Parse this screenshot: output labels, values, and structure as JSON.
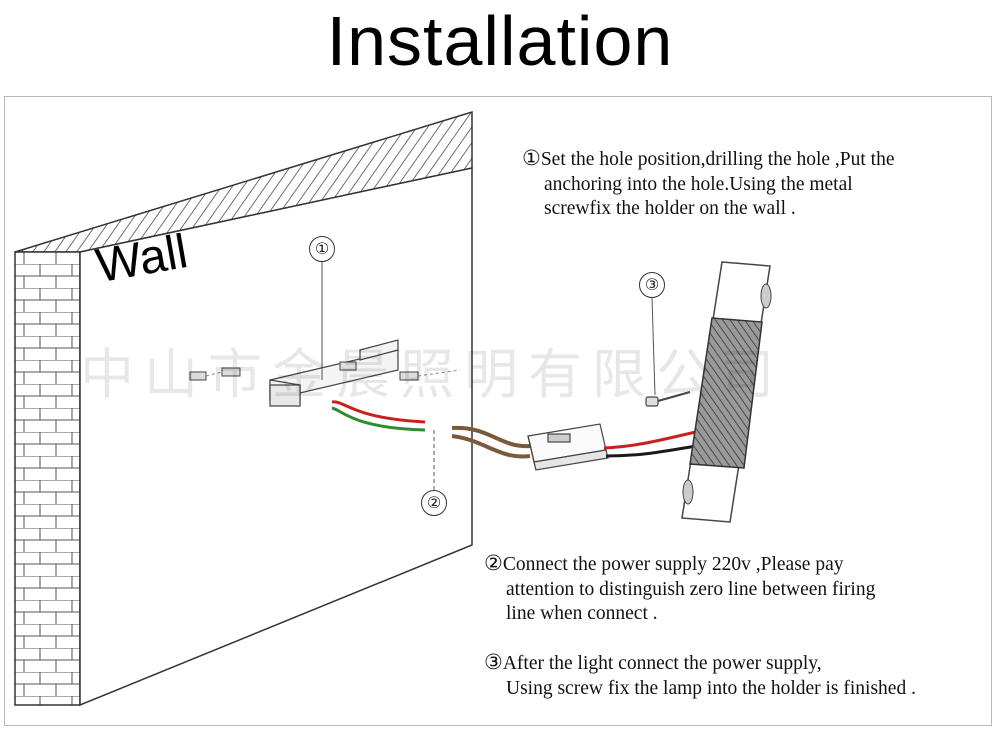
{
  "page": {
    "title": "Installation"
  },
  "diagram": {
    "wall_label": "Wall",
    "callouts": [
      "①",
      "②",
      "③"
    ],
    "watermark": "中山市金晨照明有限公司"
  },
  "steps": [
    {
      "marker": "①",
      "lines": [
        "Set the hole position,drilling the hole ,Put the",
        "anchoring into the hole.Using the metal",
        "screwfix the holder on the wall ."
      ]
    },
    {
      "marker": "②",
      "lines": [
        "Connect the power supply 220v ,Please pay",
        "attention to distinguish zero line between firing",
        "line when connect ."
      ]
    },
    {
      "marker": "③",
      "lines": [
        "After the light connect the power supply,",
        "Using screw fix the lamp into the holder is finished ."
      ]
    }
  ],
  "colors": {
    "wire_red": "#c8201c",
    "wire_green": "#2e8b2e",
    "wire_brown": "#7a5a3c",
    "wire_black": "#1a1a1a",
    "outline": "#444444"
  }
}
